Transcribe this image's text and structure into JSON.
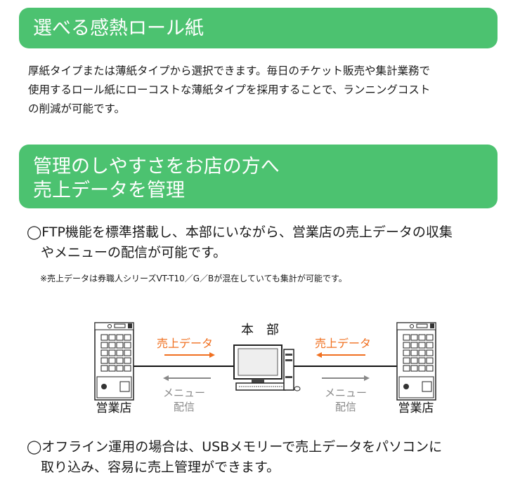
{
  "section1": {
    "title": "選べる感熱ロール紙",
    "body_line1": "厚紙タイプまたは薄紙タイプから選択できます。毎日のチケット販売や集計業務で",
    "body_line2": "使用するロール紙にローコストな薄紙タイプを採用することで、ランニングコスト",
    "body_line3": "の削減が可能です。"
  },
  "section2": {
    "title_line1": "管理のしやすさをお店の方へ",
    "title_line2": "売上データを管理",
    "bullet1_line1": "◯FTP機能を標準搭載し、本部にいながら、営業店の売上データの収集",
    "bullet1_line2": "やメニューの配信が可能です。",
    "note": "※売上データは券職人シリーズVT-T10／G／Bが混在していても集計が可能です。",
    "bullet2_line1": "◯オフライン運用の場合は、USBメモリーで売上データをパソコンに",
    "bullet2_line2": "取り込み、容易に売上管理ができます。"
  },
  "diagram": {
    "headquarters_label": "本　部",
    "left_store_label": "営業店",
    "right_store_label": "営業店",
    "sales_data_left": "売上データ",
    "sales_data_right": "売上データ",
    "menu_left_line1": "メニュー",
    "menu_left_line2": "配信",
    "menu_right_line1": "メニュー",
    "menu_right_line2": "配信",
    "colors": {
      "sales_data": "#f07020",
      "menu": "#888888",
      "header_green": "#4cc270"
    }
  }
}
